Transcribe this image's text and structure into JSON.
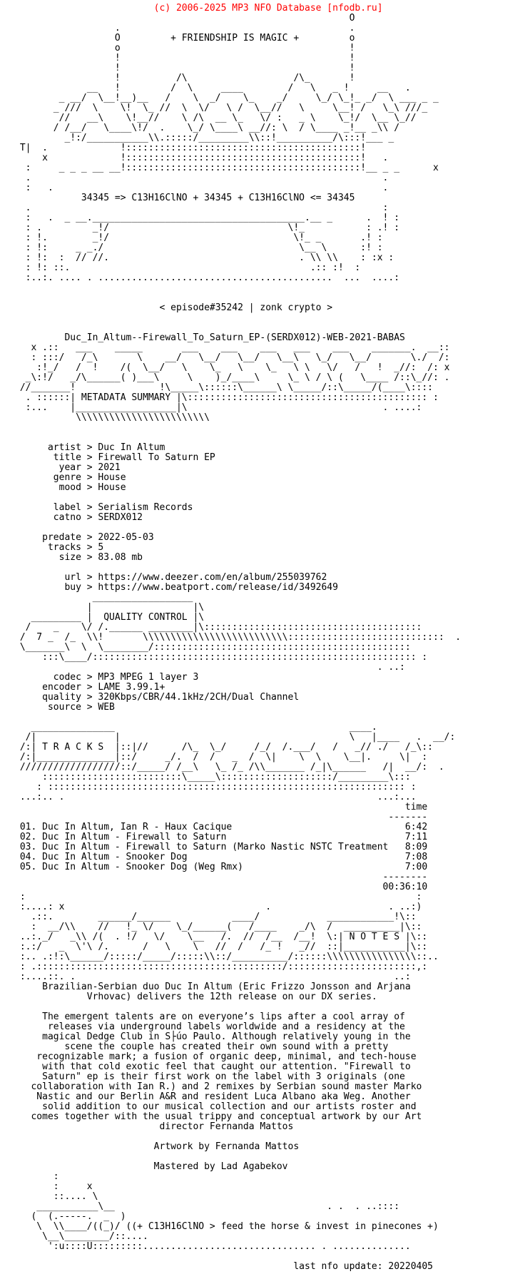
{
  "colors": {
    "copyright_red": "#ff0000",
    "text": "#000000",
    "background": "#ffffff"
  },
  "header": {
    "copyright": "(c) 2006-2025 MP3 NFO Database [nfodb.ru]",
    "motto": "+ FRIENDSHIP IS MAGIC +",
    "chem_line": "34345 => C13H16ClNO + 34345 + C13H16ClNO <= 34345",
    "episode_line": "< episode#35242 | zonk crypto >",
    "release_name": "Duc_In_Altum--Firewall_To_Saturn_EP-(SERDX012)-WEB-2021-BABAS"
  },
  "metadata": {
    "section_title": "METADATA SUMMARY",
    "artist": "Duc In Altum",
    "title": "Firewall To Saturn EP",
    "year": "2021",
    "genre": "House",
    "mood": "House",
    "label": "Serialism Records",
    "catno": "SERDX012",
    "predate": "2022-05-03",
    "tracks": "5",
    "size": "83.08 mb",
    "url": "https://www.deezer.com/en/album/255039762",
    "buy": "https://www.beatport.com/release/id/3492649"
  },
  "quality": {
    "section_title": "QUALITY CONTROL",
    "codec": "MP3 MPEG 1 layer 3",
    "encoder": "LAME 3.99.1+",
    "quality": "320Kbps/CBR/44.1kHz/2CH/Dual Channel",
    "source": "WEB"
  },
  "tracks": {
    "section_title": "T R A C K S",
    "time_header": "time",
    "list": [
      {
        "no": "01",
        "title": "Duc In Altum, Ian R - Haux Cacique",
        "time": "6:42"
      },
      {
        "no": "02",
        "title": "Duc In Altum - Firewall to Saturn",
        "time": "7:11"
      },
      {
        "no": "03",
        "title": "Duc In Altum - Firewall to Saturn (Marko Nastic NSTC Treatment",
        "time": "8:09"
      },
      {
        "no": "04",
        "title": "Duc In Altum - Snooker Dog",
        "time": "7:08"
      },
      {
        "no": "05",
        "title": "Duc In Altum - Snooker Dog (Weg Rmx)",
        "time": "7:00"
      }
    ],
    "total_time": "00:36:10"
  },
  "notes": {
    "section_title": "N O T E S",
    "credits_artwork": "Artwork by Fernanda Mattos",
    "credits_mastering": "Mastered by Lad Agabekov"
  },
  "footer": {
    "horse_line": "((+ C13H16ClNO > feed the horse & invest in pinecones +)",
    "last_update": "last nfo update: 20220405"
  },
  "nfo": {
    "copyright": [
      "                         (c) 2006-2025 MP3 NFO Database [nfodb.ru]"
    ],
    "art_top": [
      "                                                            O",
      "                  .                                         .",
      "                  O         + FRIENDSHIP IS MAGIC +         o",
      "                  o                                         !",
      "                  !                                         !",
      "                  !                                         !",
      "                  !          /\\                   /\\_       !",
      "             __   !         /  \\     ____        /   \\   _ !     __   .",
      "        _ __/  \\__!__)__   /    \\  _/    \\_    _/     \\_/ \\_!_ _/  \\ ___ _ _",
      "       _ ///  \\    \\!  \\_ //  \\  \\/   \\ /  \\__//   \\     \\__! /   \\_\\ ///_",
      "        //   __\\    \\!__//    \\ /\\  __ \\_   \\/ :   _ \\    \\_!/  \\__ \\_//",
      "       / /__/   \\____\\!/  .    \\_/ \\____\\ __//: \\  / \\____ _!__ _\\\\ /",
      "         _!:/___________\\\\.:::::/_________\\\\::!__________/\\:::!___ _",
      " T|  .             !::::::::::::::::::::::::::::::::::::::::::!",
      "     x             !::::::::::::::::::::::::::::::::::::::::::!   .",
      "  :     _ _ _ __ __!::::::::::::::::::::::::::::::::::::::::::!__ _ _      x"
    ],
    "art_chem": [
      "  .                                                               .",
      "  :   .                                                           .",
      "            34345 => C13H16ClNO + 34345 + C13H16ClNO <= 34345",
      "  .                                                               :",
      "  :   .  _ __.______________________________________.__ _      .  ! :",
      "  : .         _!/                                \\!_           : .! :",
      "  : !.        _!/                                 \\!_ _       .! :",
      "  : !:     _ _./                                   \\__ \\      :! :",
      "  : !:  :  // //.                                  . \\\\ \\\\    : :x :",
      "  : !: ::.                                           .:: :!  :",
      "  :..:. .... . ..........................................  ...  ....:"
    ],
    "sec_release": [
      "",
      "",
      "                          < episode#35242 | zonk crypto >",
      "",
      "",
      "         Duc_In_Altum--Firewall_To_Saturn_EP-(SERDX012)-WEB-2021-BABAS",
      ""
    ],
    "art_metadata": [
      "   x .::   ___    _____       ___    ___    ___   ___    ___    _______.  __::",
      "   : :::/   /_\\       \\    __/   \\__/   \\__/   \\__\\   \\_/   \\__/       \\./  /:",
      "    :!_/   /  !    /(  \\__/   \\    \\_   \\    \\_   \\ \\   \\/   /   !  _//:  /: x",
      "  _\\:!/   _/\\______( )___\\     \\    )_/____\\     \\_ \\ / \\ (   \\____ /::\\_//: .",
      " //_______!               !\\_____\\::::::\\______\\ \\_____/::\\_____/(____\\::::",
      "  . ::::::| METADATA SUMMARY |\\::::::::::::::::::::::::::::::::::::::::::: :",
      "  :...    |__________________|\\                                   . ....:",
      "           \\\\\\\\\\\\\\\\\\\\\\\\\\\\\\\\\\\\\\\\\\\\\\\\"
    ],
    "metadata_fields": [
      "",
      "",
      "      artist > Duc In Altum",
      "       title > Firewall To Saturn EP",
      "        year > 2021",
      "       genre > House",
      "        mood > House",
      "",
      "       label > Serialism Records",
      "       catno > SERDX012",
      "",
      "     predate > 2022-05-03",
      "      tracks > 5",
      "        size > 83.08 mb",
      "",
      "         url > https://www.deezer.com/en/album/255039762",
      "         buy > https://www.beatport.com/release/id/3492649"
    ],
    "art_quality": [
      "              __________________",
      "             |                  |\\",
      "   _________ |  QUALITY CONTROL |\\",
      "  /    _    \\/ /.______ ________|\\:::::::::::::::::::::::::::::::::::::::",
      " /  7 _  /_  \\\\!       \\\\\\\\\\\\\\\\\\\\\\\\\\\\\\\\\\\\\\\\\\\\\\\\\\\\::::::::::::::::::::::::::::  .",
      " \\_______\\  \\  \\________/::::::::::::::::::::::::::::::::::::::::::::::",
      "     :::\\____/:::::::::::::::::::::::::::::::::::::::::::::::::::::::::: :",
      "                                                                 . ..:"
    ],
    "quality_fields": [
      "       codec > MP3 MPEG 1 layer 3",
      "     encoder > LAME 3.99.1+",
      "     quality > 320Kbps/CBR/44.1kHz/2CH/Dual Channel",
      "      source > WEB"
    ],
    "art_tracks": [
      "",
      "   _______________                                          ____.",
      "  /|              |                                         \\   |____   .  __/:",
      " /:| T R A C K S  |::|//      /\\_  \\_/     /_/  /.___/   /   _// ./   /_\\::",
      " /:|______________|::/     _/.  /  /   _  /  \\|    \\  \\    \\__|.     \\|  :",
      " //////////////////::/_____/ /__\\   \\_ /_ /\\\\_______ /_|\\______   /|  __/:  .",
      "     :::::::::::::::::::::::::\\_____\\::::::::::::::::::::/_________\\:::",
      "    : :::::::::::::::::::::::::::::::::::::::::::::::::::::::::::::::: :",
      " ...:.. .                                                        ...:..."
    ],
    "tracklist_lines": [
      "                                                                      time",
      "                                                                   -------",
      " 01. Duc In Altum, Ian R - Haux Cacique                               6:42",
      " 02. Duc In Altum - Firewall to Saturn                                7:11",
      " 03. Duc In Altum - Firewall to Saturn (Marko Nastic NSTC Treatment   8:09",
      " 04. Duc In Altum - Snooker Dog                                       7:08",
      " 05. Duc In Altum - Snooker Dog (Weg Rmx)                             7:00",
      "                                                                  --------",
      "                                                                  00:36:10"
    ],
    "art_notes": [
      " :                                                                      :",
      " :....: x                                    .                     . ..:)",
      "   .::.        ______/______           ____/            ____________!\\::",
      "   :  __/\\\\    //   !_ \\/    \\_/______(   /____    _/\\  /  __________|\\::",
      " ..:._/   _\\\\ /(  . !/   \\/    \\__   /.  //  /__  /__!  \\:| N O T E S |\\::",
      " :.:/   _  \\'\\ /.      /   \\    \\   //  /   /_ !   _//  ::|___________|\\::",
      " :.. .:!:\\______/:::::/_____/:::::\\\\::/__________/::::::\\\\\\\\\\\\\\\\\\\\\\\\\\\\\\\\::..",
      " : .::::::::::::::::::::::::::::::::::::::::::::/:::::::::::::::::::::::,:",
      " :....::. .                                                         ..:"
    ],
    "notes_text": [
      "     Brazilian-Serbian duo Duc In Altum (Eric Frizzo Jonsson and Arjana",
      "             Vrhovac) delivers the 12th release on our DX series.",
      "",
      "     The emergent talents are on everyone’s lips after a cool array of",
      "      releases via underground labels worldwide and a residency at the",
      "     magical Dedge Club in S├úo Paulo. Although relatively young in the",
      "         scene the couple has created their own sound with a pretty",
      "    recognizable mark; a fusion of organic deep, minimal, and tech-house",
      "     with that cold exotic feel that caught our attention. \"Firewall to",
      "     Saturn\" ep is their first work on the label with 3 originals (one",
      "   collaboration with Ian R.) and 2 remixes by Serbian sound master Marko",
      "    Nastic and our Berlin A&R and resident Luca Albano aka Weg. Another",
      "     solid addition to our musical collection and our artists roster and",
      "   comes together with the usual trippy and conceptual artwork by our Art",
      "                          director Fernanda Mattos",
      "",
      "                         Artwork by Fernanda Mattos",
      "",
      "                         Mastered by Lad Agabekov"
    ],
    "art_footer": [
      "       :",
      "       :     x",
      "       ::.... \\",
      "    ___________\\__                                      . .  . ..::::",
      "   (  (.-----.  _  )",
      "    \\  \\\\____/((_)/ ((+ C13H16ClNO > feed the horse & invest in pinecones +)",
      "     \\__\\________/::....",
      "      ':u::::U:::::::::............................... . ..............",
      "",
      "                                                  last nfo update: 20220405"
    ]
  }
}
